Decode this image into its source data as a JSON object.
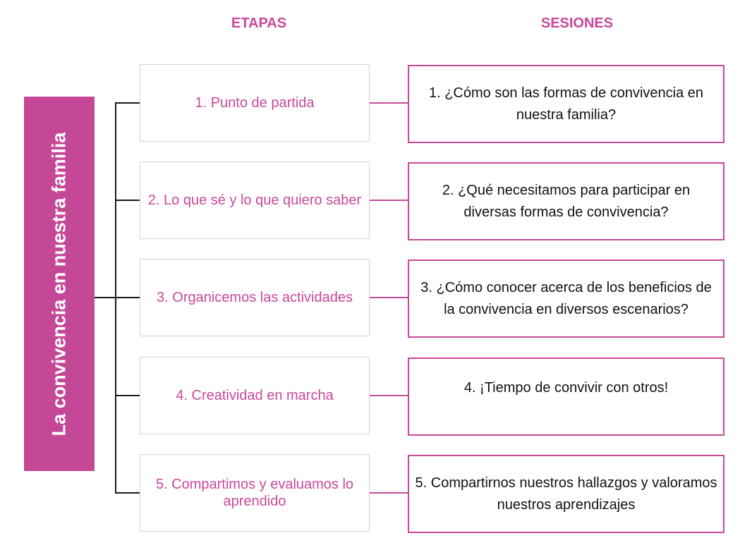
{
  "headers": {
    "etapas": "ETAPAS",
    "sesiones": "SESIONES"
  },
  "title": "La convivencia en nuestra familia",
  "colors": {
    "accent": "#c8489a",
    "title_bg": "#c44895",
    "line": "#1a1a1a",
    "stage_border": "#d3d3d3"
  },
  "stages": [
    {
      "label": "1. Punto de partida"
    },
    {
      "label": "2. Lo que sé y lo que quiero saber"
    },
    {
      "label": "3. Organicemos las actividades"
    },
    {
      "label": "4. Creatividad en marcha"
    },
    {
      "label": "5. Compartimos y evaluamos lo aprendido"
    }
  ],
  "sessions": [
    {
      "label": "1. ¿Cómo son las formas de convivencia en nuestra familia?"
    },
    {
      "label": "2.  ¿Qué necesitamos para participar en diversas formas de convivencia?"
    },
    {
      "label": "3. ¿Cómo conocer acerca de los beneficios de la convivencia en diversos escenarios?"
    },
    {
      "label": "4. ¡Tiempo de convivir con otros!"
    },
    {
      "label": "5. Compartirnos nuestros hallazgos y valoramos nuestros aprendizajes"
    }
  ]
}
